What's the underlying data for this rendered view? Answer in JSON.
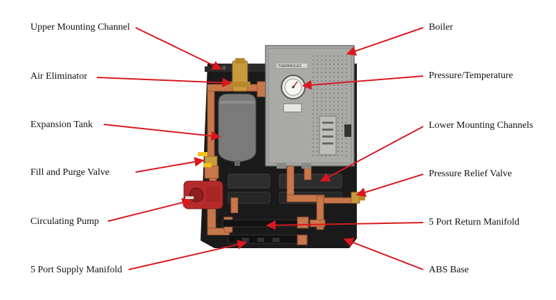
{
  "labels": {
    "upper_mounting_channel": "Upper Mounting Channel",
    "air_eliminator": "Air Eliminator",
    "expansion_tank": "Expansion Tank",
    "fill_and_purge_valve": "Fill and Purge Valve",
    "circulating_pump": "Circulating Pump",
    "supply_manifold": "5 Port Supply Manifold",
    "boiler": "Boiler",
    "pressure_temperature": "Pressure/Temperature",
    "lower_mounting_channels": "Lower Mounting Channels",
    "pressure_relief_valve": "Pressure Relief Valve",
    "return_manifold": "5 Port Return Manifold",
    "abs_base": "ABS Base"
  },
  "boiler_brand": "THERMOLEC",
  "colors": {
    "arrow": "#d9181f",
    "base": "#1a1a1a",
    "copper": "#c8774a",
    "brass": "#c99a3c",
    "tank": "#7a7a7a",
    "pump": "#b52a2a",
    "boiler_panel": "#a9a9a6",
    "valve_handle": "#f2c21b"
  }
}
